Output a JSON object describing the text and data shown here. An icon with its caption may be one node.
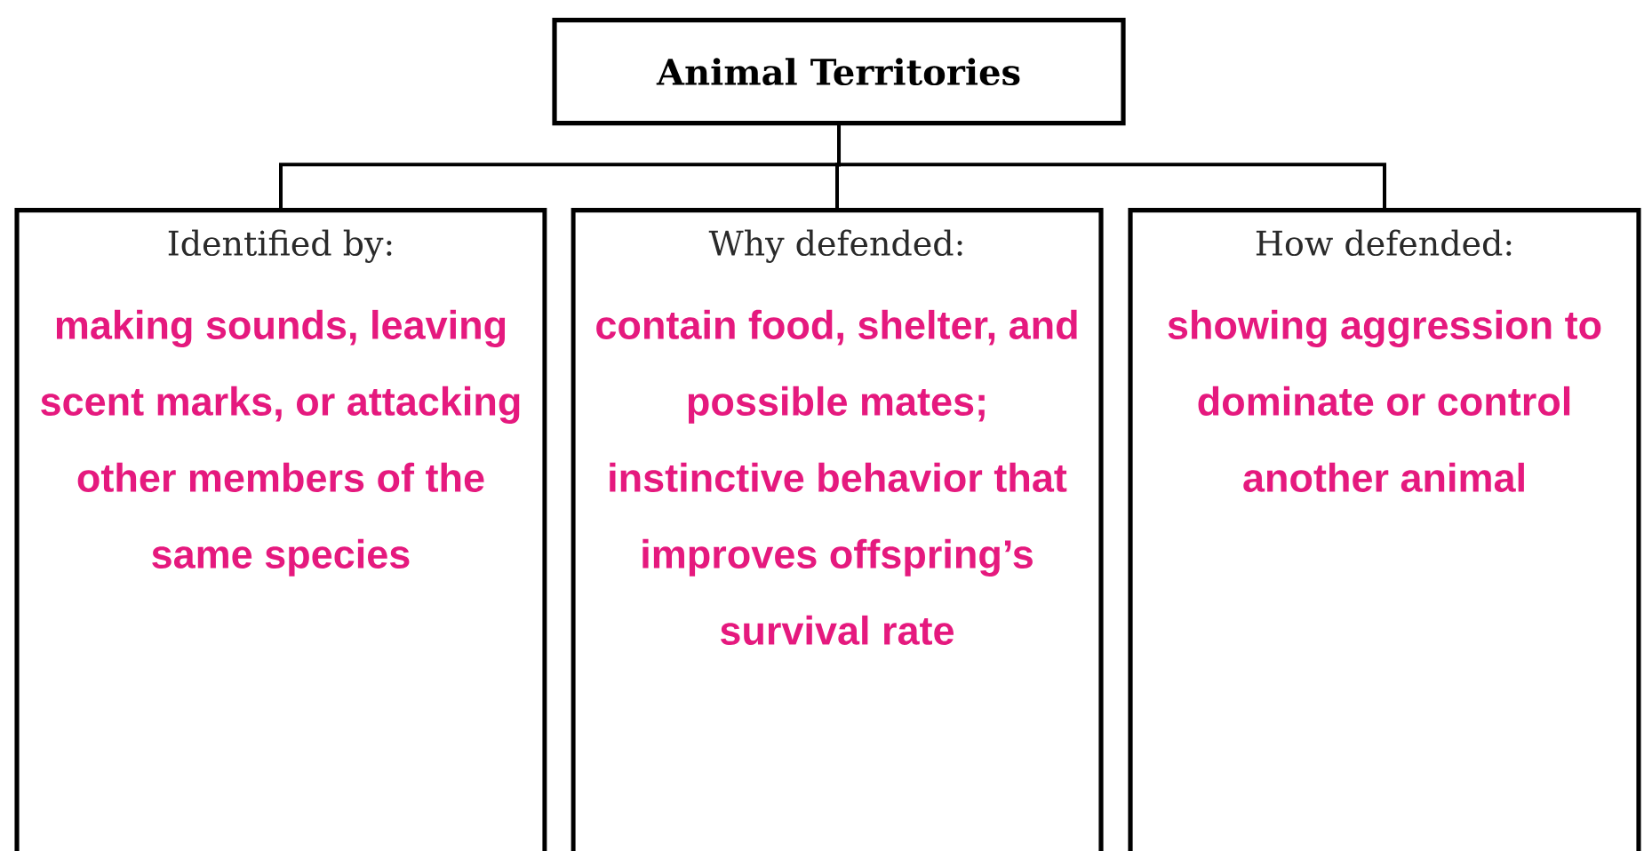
{
  "diagram": {
    "nodes": [
      {
        "text": [
          "Animal Territories"
        ]
      },
      {
        "text": [
          "Identified by:",
          "making sounds, leaving scent marks, or attacking other members of the same species"
        ]
      },
      {
        "text": [
          "Why defended:",
          "contain food, shelter, and possible mates; instinctive behavior that improves offspring’s survival rate"
        ]
      },
      {
        "text": [
          "How defended:",
          "showing aggression to dominate or control another animal"
        ]
      }
    ],
    "edges": [
      {
        "from": 0,
        "to": 1,
        "arrow": "none"
      },
      {
        "from": 0,
        "to": 2,
        "arrow": "none"
      },
      {
        "from": 0,
        "to": 3,
        "arrow": "none"
      }
    ]
  }
}
